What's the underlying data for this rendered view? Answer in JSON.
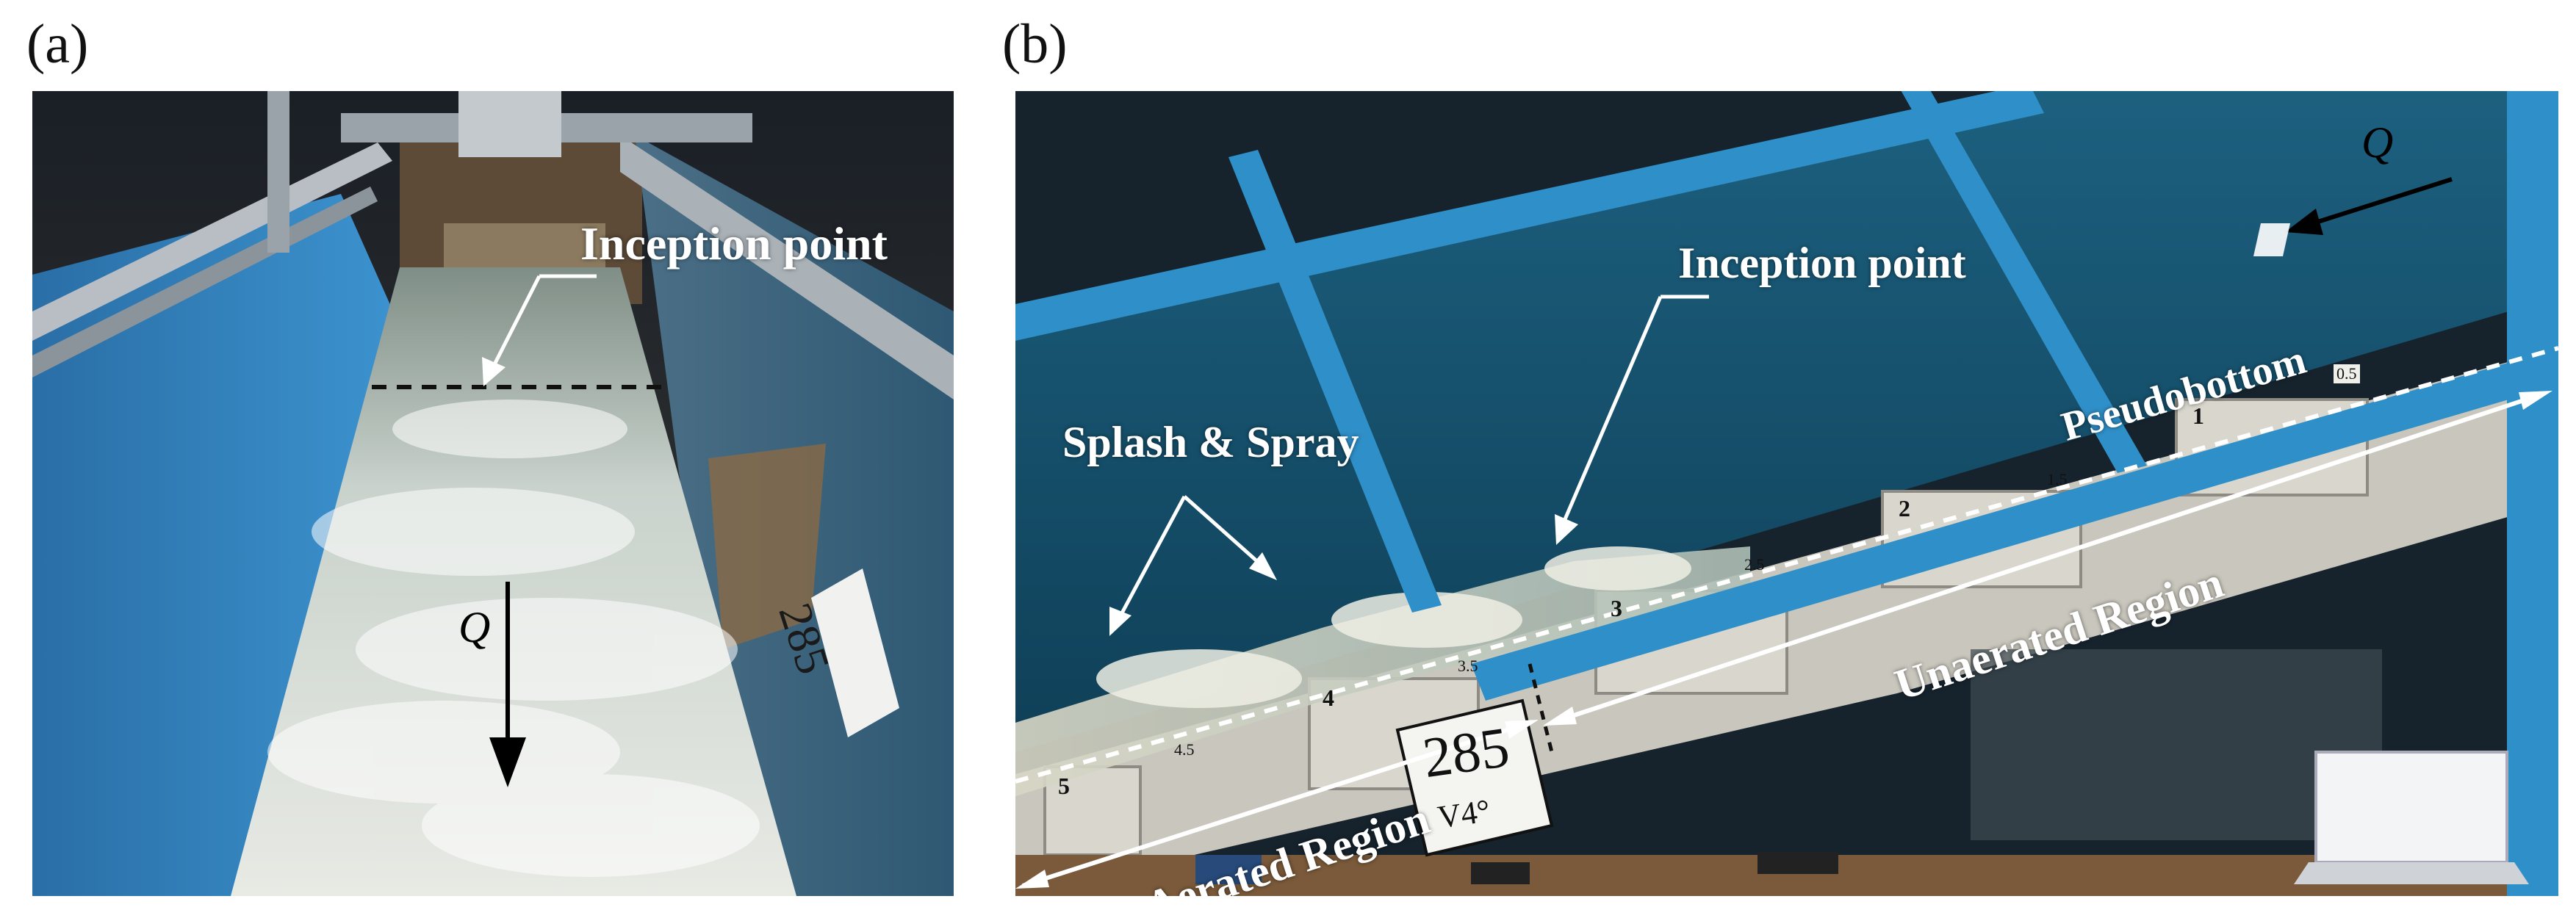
{
  "panels": {
    "a": {
      "label": "(a)",
      "annotations": {
        "inception": "Inception point",
        "flow": "Q",
        "sign": "285"
      }
    },
    "b": {
      "label": "(b)",
      "annotations": {
        "flow": "Q",
        "inception": "Inception point",
        "pseudobottom": "Pseudobottom",
        "splash": "Splash & Spray",
        "unaerated": "Unaerated Region",
        "aerated": "Aerated Region",
        "sign_main": "285",
        "sign_sub": "V4°",
        "step_numbers": [
          "1",
          "2",
          "3",
          "4",
          "5"
        ],
        "step_labels": [
          "0.5",
          "1.5",
          "2.5",
          "3.5",
          "4.5"
        ]
      }
    }
  },
  "colors": {
    "annotation": "#ffffff",
    "flume_blue": "#2f8fc8",
    "water_blue": "#0f4660"
  }
}
